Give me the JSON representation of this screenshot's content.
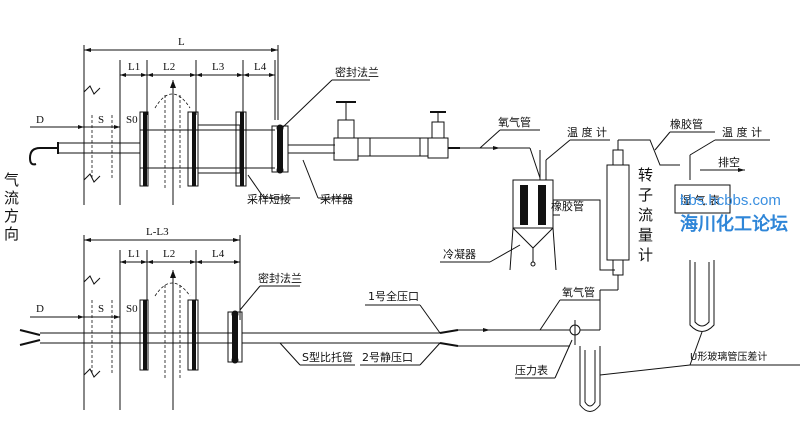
{
  "labels": {
    "flow_direction": "气流方向",
    "sealing_flange_top": "密封法兰",
    "sealing_flange_bottom": "密封法兰",
    "oxygen_pipe_top": "氧气管",
    "oxygen_pipe_bottom": "氧气管",
    "thermometer_1": "温 度 计",
    "thermometer_2": "温 度 计",
    "rubber_tube_top": "橡胶管",
    "rubber_tube_mid": "橡胶管",
    "rotameter": "转子流量计",
    "exhaust": "排空",
    "gas_meter": "湿 气 表",
    "sampling_stub": "采样短接",
    "sampler": "采样器",
    "condenser": "冷凝器",
    "port_total_pressure": "1号全压口",
    "port_static_pressure": "2号静压口",
    "s_pitot": "S型比托管",
    "pressure_gauge": "压力表",
    "u_manometer": "U形玻璃管压差计"
  },
  "dims": {
    "top": {
      "L": "L",
      "L1": "L1",
      "L2": "L2",
      "L3": "L3",
      "L4": "L4",
      "D": "D",
      "S": "S",
      "S0": "S0"
    },
    "bottom": {
      "L": "L-L3",
      "L1": "L1",
      "L2": "L2",
      "L4": "L4",
      "D": "D",
      "S": "S",
      "S0": "S0"
    }
  },
  "watermark": {
    "url": "bbs.hcbbs.com",
    "site": "海川化工论坛"
  }
}
